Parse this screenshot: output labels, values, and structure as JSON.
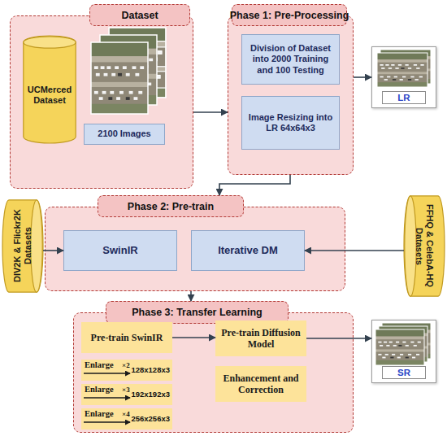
{
  "diagram": {
    "nodes": [
      {
        "text": [
          "Dataset"
        ]
      },
      {
        "text": [
          "UCMerced Dataset"
        ],
        "in": 0
      },
      {
        "text": [
          "2100 Images"
        ],
        "in": 0
      },
      {
        "text": [
          "Phase 1: Pre-Processing"
        ]
      },
      {
        "text": [
          "Division of Dataset into 2000 Training and 100 Testing"
        ],
        "in": 3
      },
      {
        "text": [
          "Image Resizing into LR 64x64x3"
        ],
        "in": 3
      },
      {
        "text": [
          "LR"
        ]
      },
      {
        "text": [
          "DIV2K & Flickr2K Datasets"
        ]
      },
      {
        "text": [
          "Phase 2: Pre-train"
        ]
      },
      {
        "text": [
          "SwinIR"
        ],
        "in": 8
      },
      {
        "text": [
          "Iterative DM"
        ],
        "in": 8
      },
      {
        "text": [
          "FFHQ & CelebA-HQ Datasets"
        ]
      },
      {
        "text": [
          "Phase 3: Transfer Learning"
        ]
      },
      {
        "text": [
          "Pre-train SwinIR"
        ],
        "in": 12
      },
      {
        "text": [
          "Enlarge",
          "×2",
          "128x128x3"
        ],
        "in": 12
      },
      {
        "text": [
          "Enlarge",
          "×3",
          "192x192x3"
        ],
        "in": 12
      },
      {
        "text": [
          "Enlarge",
          "×4",
          "256x256x3"
        ],
        "in": 12
      },
      {
        "text": [
          "Pre-train Diffusion Model"
        ],
        "in": 12
      },
      {
        "text": [
          "Enhancement and Correction"
        ],
        "in": 12
      },
      {
        "text": [
          "SR"
        ]
      }
    ],
    "edges": [
      {
        "from": 0,
        "to": 3,
        "arrow": "to"
      },
      {
        "from": 3,
        "to": 6,
        "arrow": "to"
      },
      {
        "from": 3,
        "to": 8,
        "arrow": "to"
      },
      {
        "from": 7,
        "to": 9,
        "arrow": "to"
      },
      {
        "from": 11,
        "to": 10,
        "arrow": "to"
      },
      {
        "from": 8,
        "to": 12,
        "arrow": "to"
      },
      {
        "from": 13,
        "to": 17,
        "arrow": "to"
      },
      {
        "from": 17,
        "to": 19,
        "arrow": "to"
      }
    ]
  }
}
